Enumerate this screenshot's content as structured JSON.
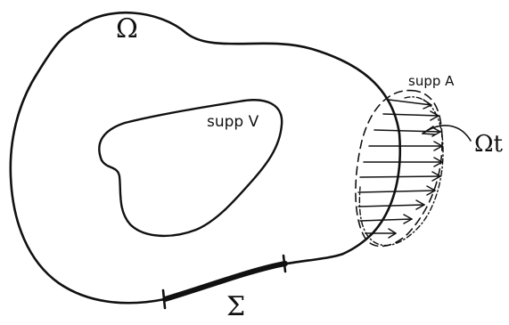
{
  "labels": {
    "omega": "Ω",
    "supp_v": "supp V",
    "supp_a": "supp A",
    "omega_t": "Ωt",
    "sigma": "Σ"
  },
  "colors": {
    "ink": "#111111",
    "background": "#ffffff"
  }
}
